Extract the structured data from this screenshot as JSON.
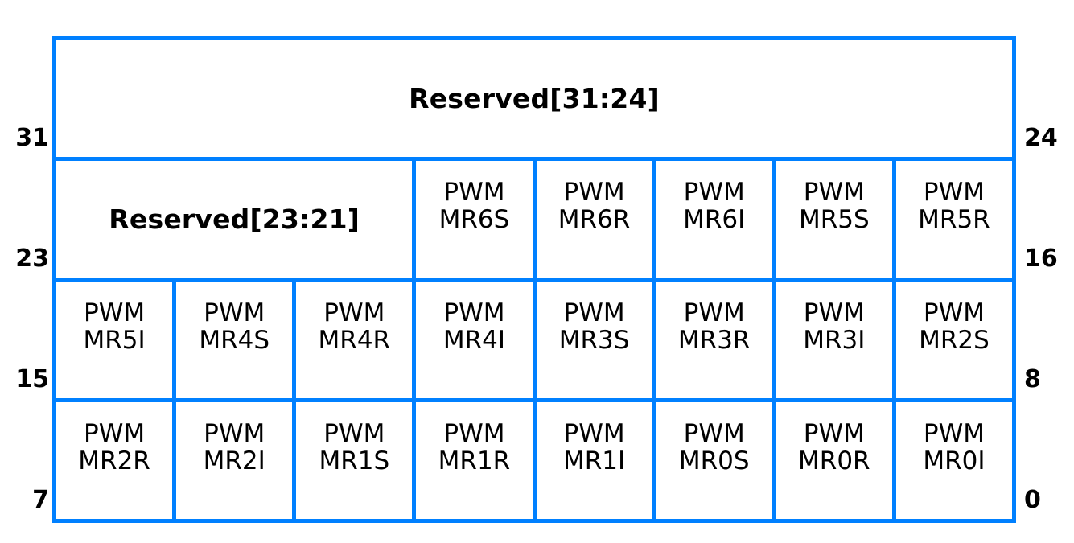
{
  "diagram": {
    "kind": "register-bitfield-diagram",
    "register_width_bits": 32,
    "columns_per_row": 8,
    "border_color": "#0080FF",
    "background_color": "#FFFFFF",
    "text_color": "#000000"
  },
  "bit_labels": {
    "row1_left": "31",
    "row1_right": "24",
    "row2_left": "23",
    "row2_right": "16",
    "row3_left": "15",
    "row3_right": "8",
    "row4_left": "7",
    "row4_right": "0"
  },
  "rows": [
    {
      "bits": "31:24",
      "cells": [
        {
          "label": "Reserved[31:24]",
          "span": 8,
          "type": "reserved",
          "lines": [
            "Reserved[31:24]"
          ]
        }
      ]
    },
    {
      "bits": "23:16",
      "cells": [
        {
          "label": "Reserved[23:21]",
          "span": 3,
          "type": "reserved",
          "lines": [
            "Reserved[23:21]"
          ]
        },
        {
          "label": "PWMMR6S",
          "span": 1,
          "type": "field",
          "lines": [
            "PWM",
            "MR6S"
          ]
        },
        {
          "label": "PWMMR6R",
          "span": 1,
          "type": "field",
          "lines": [
            "PWM",
            "MR6R"
          ]
        },
        {
          "label": "PWMMR6I",
          "span": 1,
          "type": "field",
          "lines": [
            "PWM",
            "MR6I"
          ]
        },
        {
          "label": "PWMMR5S",
          "span": 1,
          "type": "field",
          "lines": [
            "PWM",
            "MR5S"
          ]
        },
        {
          "label": "PWMMR5R",
          "span": 1,
          "type": "field",
          "lines": [
            "PWM",
            "MR5R"
          ]
        }
      ]
    },
    {
      "bits": "15:8",
      "cells": [
        {
          "label": "PWMMR5I",
          "span": 1,
          "type": "field",
          "lines": [
            "PWM",
            "MR5I"
          ]
        },
        {
          "label": "PWMMR4S",
          "span": 1,
          "type": "field",
          "lines": [
            "PWM",
            "MR4S"
          ]
        },
        {
          "label": "PWMMR4R",
          "span": 1,
          "type": "field",
          "lines": [
            "PWM",
            "MR4R"
          ]
        },
        {
          "label": "PWMMR4I",
          "span": 1,
          "type": "field",
          "lines": [
            "PWM",
            "MR4I"
          ]
        },
        {
          "label": "PWMMR3S",
          "span": 1,
          "type": "field",
          "lines": [
            "PWM",
            "MR3S"
          ]
        },
        {
          "label": "PWMMR3R",
          "span": 1,
          "type": "field",
          "lines": [
            "PWM",
            "MR3R"
          ]
        },
        {
          "label": "PWMMR3I",
          "span": 1,
          "type": "field",
          "lines": [
            "PWM",
            "MR3I"
          ]
        },
        {
          "label": "PWMMR2S",
          "span": 1,
          "type": "field",
          "lines": [
            "PWM",
            "MR2S"
          ]
        }
      ]
    },
    {
      "bits": "7:0",
      "cells": [
        {
          "label": "PWMMR2R",
          "span": 1,
          "type": "field",
          "lines": [
            "PWM",
            "MR2R"
          ]
        },
        {
          "label": "PWMMR2I",
          "span": 1,
          "type": "field",
          "lines": [
            "PWM",
            "MR2I"
          ]
        },
        {
          "label": "PWMMR1S",
          "span": 1,
          "type": "field",
          "lines": [
            "PWM",
            "MR1S"
          ]
        },
        {
          "label": "PWMMR1R",
          "span": 1,
          "type": "field",
          "lines": [
            "PWM",
            "MR1R"
          ]
        },
        {
          "label": "PWMMR1I",
          "span": 1,
          "type": "field",
          "lines": [
            "PWM",
            "MR1I"
          ]
        },
        {
          "label": "PWMMR0S",
          "span": 1,
          "type": "field",
          "lines": [
            "PWM",
            "MR0S"
          ]
        },
        {
          "label": "PWMMR0R",
          "span": 1,
          "type": "field",
          "lines": [
            "PWM",
            "MR0R"
          ]
        },
        {
          "label": "PWMMR0I",
          "span": 1,
          "type": "field",
          "lines": [
            "PWM",
            "MR0I"
          ]
        }
      ]
    }
  ]
}
